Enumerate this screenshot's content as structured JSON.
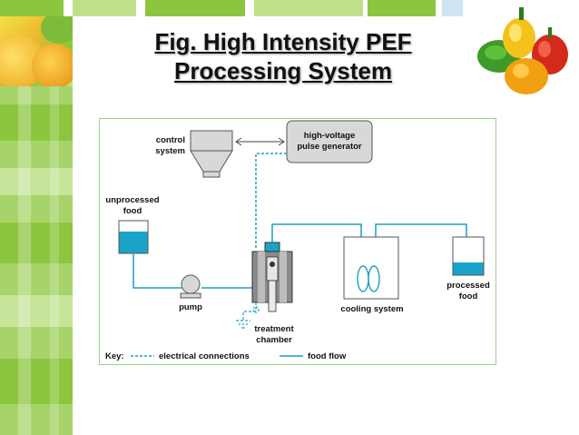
{
  "slide": {
    "title_line1": "Fig. High Intensity PEF",
    "title_line2": "Processing System"
  },
  "diagram": {
    "control_system": [
      "control",
      "system"
    ],
    "pulse_generator": [
      "high-voltage",
      "pulse generator"
    ],
    "unprocessed_food": [
      "unprocessed",
      "food"
    ],
    "pump": "pump",
    "treatment_chamber": [
      "treatment",
      "chamber"
    ],
    "cooling_system": "cooling system",
    "processed_food": [
      "processed",
      "food"
    ],
    "key_label": "Key:",
    "key_electrical": "electrical connections",
    "key_food_flow": "food flow"
  },
  "colors": {
    "food_flow": "#1e9fc0",
    "liquid": "#1aa3c8",
    "device_fill": "#d8d8d8",
    "frame_border": "#9bd08a"
  }
}
